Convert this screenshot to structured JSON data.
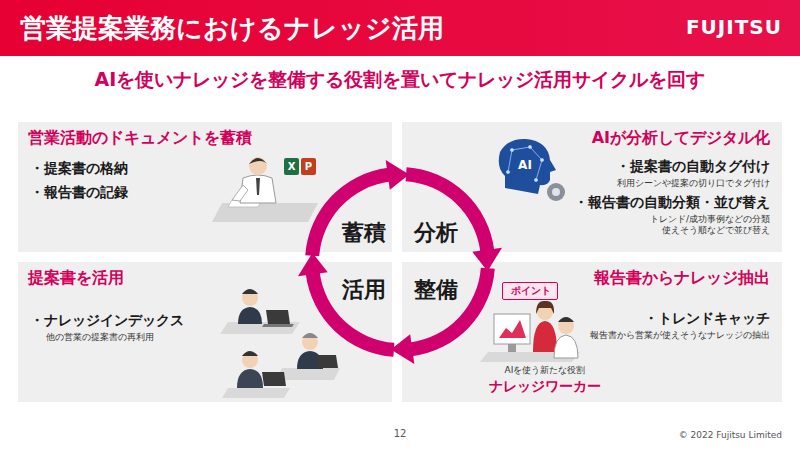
{
  "diagram": {
    "title": "営業提案業務におけるナレッジ活用",
    "nodes": [
      {
        "text": [
          "営業活動のドキュメントを蓄積",
          "・提案書の格納",
          "・報告書の記録"
        ]
      },
      {
        "text": [
          "AIが分析してデジタル化",
          "・提案書の自動タグ付け",
          "利用シーンや提案の切り口でタグ付け",
          "・報告書の自動分類・並び替え",
          "トレンド/成功事例などの分類 使えそう順などで並び替え"
        ]
      },
      {
        "text": [
          "提案書を活用",
          "・ナレッジインデックス",
          "他の営業の提案書の再利用"
        ]
      },
      {
        "text": [
          "報告書からナレッジ抽出",
          "・トレンドキャッチ",
          "報告書から営業が使えそうなナレッジの抽出",
          "AIを使う新たな役割",
          "ナレッジワーカー"
        ]
      },
      {
        "text": [
          "ポイント"
        ],
        "in": 3
      }
    ],
    "labels": [
      "FUJITSU",
      "AIを使いナレッジを整備する役割を置いてナレッジ活用サイクルを回す",
      "X",
      "P",
      "AI",
      "蓄積",
      "分析",
      "整備",
      "活用",
      "12",
      "© 2022 Fujitsu Limited"
    ]
  }
}
